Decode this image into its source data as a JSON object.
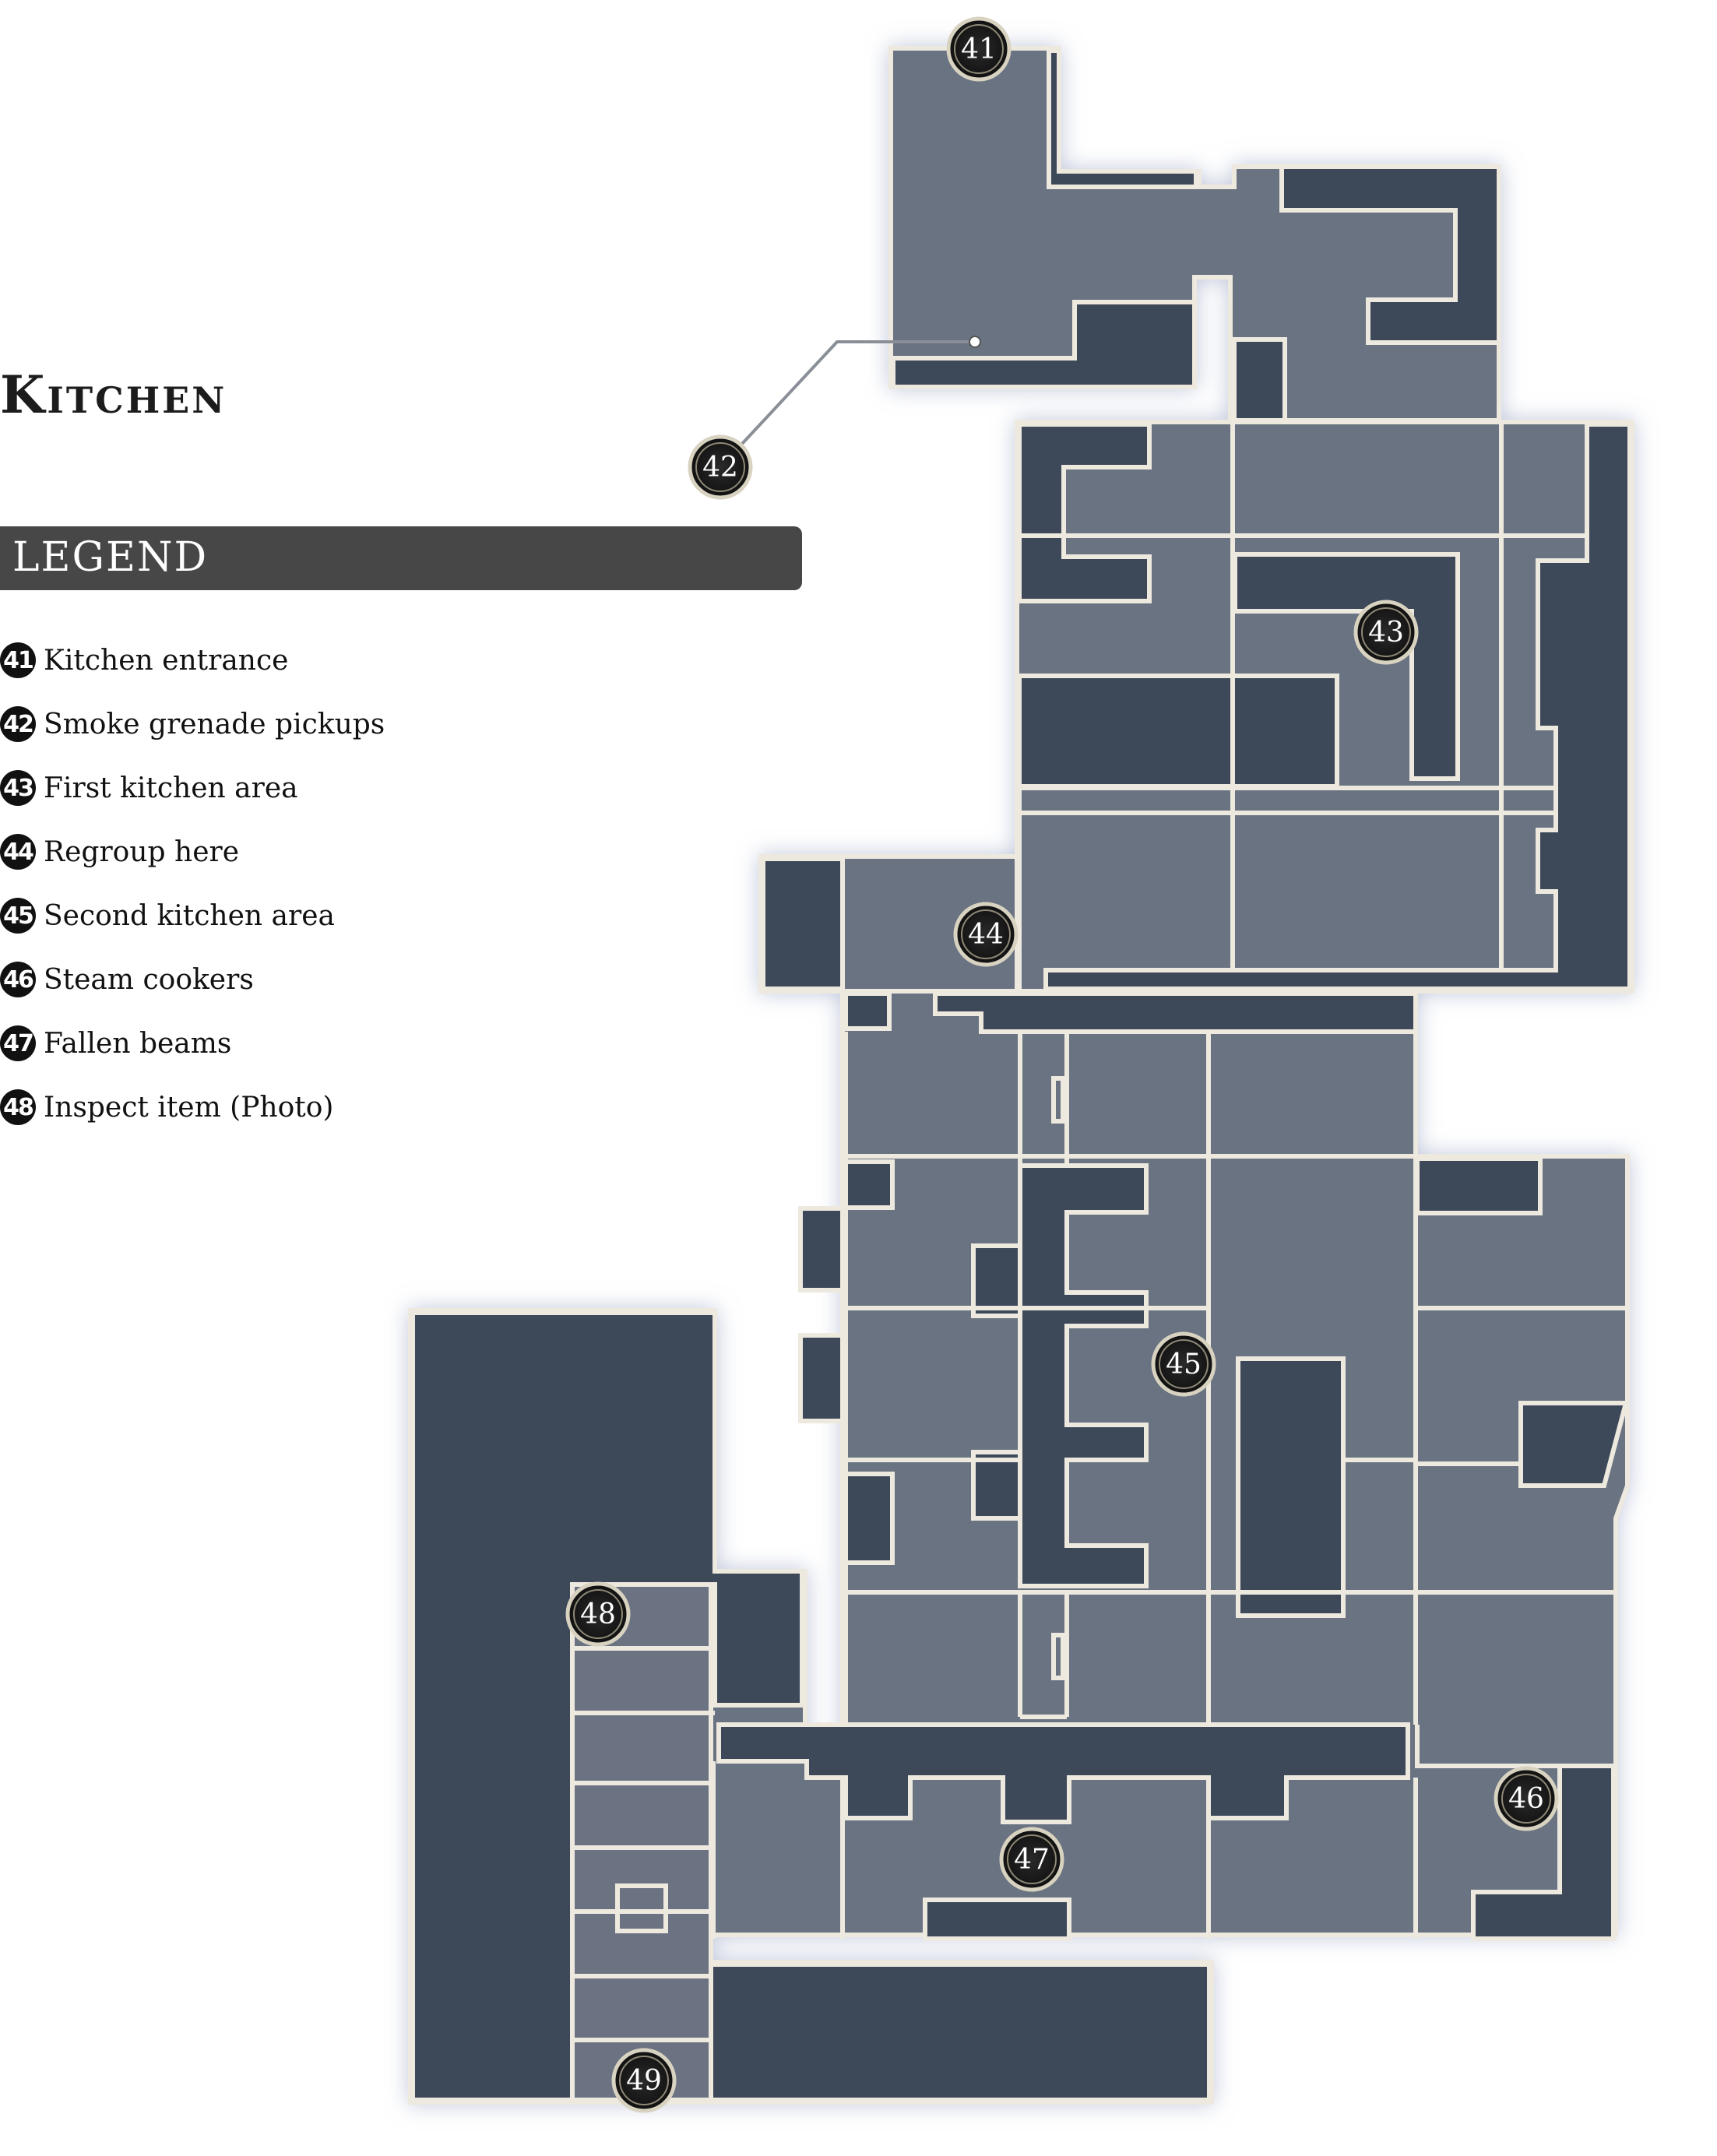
{
  "map": {
    "title": "Kitchen",
    "legend": {
      "heading": "LEGEND",
      "items": [
        {
          "num": "41",
          "label": "Kitchen entrance"
        },
        {
          "num": "42",
          "label": "Smoke grenade pickups"
        },
        {
          "num": "43",
          "label": "First kitchen area"
        },
        {
          "num": "44",
          "label": "Regroup here"
        },
        {
          "num": "45",
          "label": "Second kitchen area"
        },
        {
          "num": "46",
          "label": "Steam cookers"
        },
        {
          "num": "47",
          "label": "Fallen beams"
        },
        {
          "num": "48",
          "label": "Inspect item (Photo)"
        }
      ]
    },
    "markers": [
      "41",
      "42",
      "43",
      "44",
      "45",
      "46",
      "47",
      "48",
      "49"
    ],
    "colors": {
      "room": "#6b7382",
      "obstacle": "#3d4859",
      "wall": "#eee9df",
      "legend_bar": "#474747",
      "marker_ring": "#d8d2c0"
    }
  }
}
